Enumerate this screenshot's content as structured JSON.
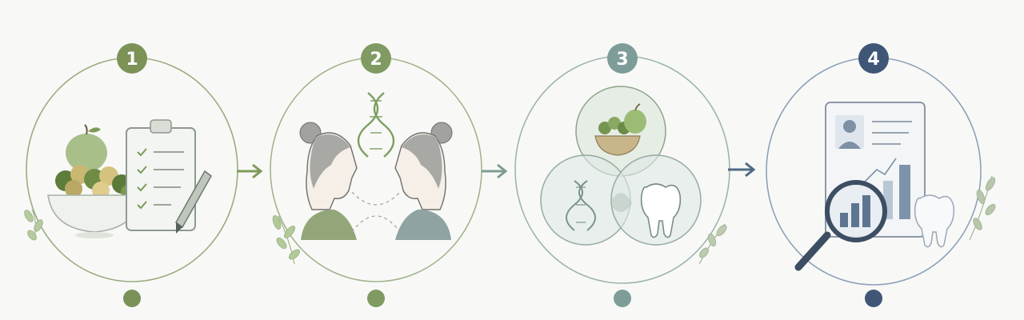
{
  "steps": [
    {
      "number": "1",
      "color": "#7d9256",
      "icons": [
        "salad-bowl-icon",
        "apple-icon",
        "clipboard-checklist-icon",
        "pencil-icon",
        "leaf-sprig-icon"
      ]
    },
    {
      "number": "2",
      "color": "#7f9a62",
      "icons": [
        "woman-profile-icon",
        "dna-icon",
        "woman-profile-icon",
        "leaf-sprig-icon"
      ]
    },
    {
      "number": "3",
      "color": "#7e9c98",
      "icons": [
        "salad-bowl-icon",
        "dna-icon",
        "tooth-icon",
        "leaf-sprig-icon"
      ]
    },
    {
      "number": "4",
      "color": "#3f5677",
      "icons": [
        "report-document-icon",
        "person-icon",
        "bar-chart-icon",
        "magnifier-icon",
        "tooth-icon",
        "leaf-sprig-icon"
      ]
    }
  ],
  "connectors": [
    "arrow-right-icon",
    "arrow-right-icon",
    "arrow-right-icon"
  ],
  "timeline": {
    "dots": 4,
    "colors": [
      "#7a9258",
      "#7f9a62",
      "#7e9c98",
      "#3f5677"
    ]
  }
}
